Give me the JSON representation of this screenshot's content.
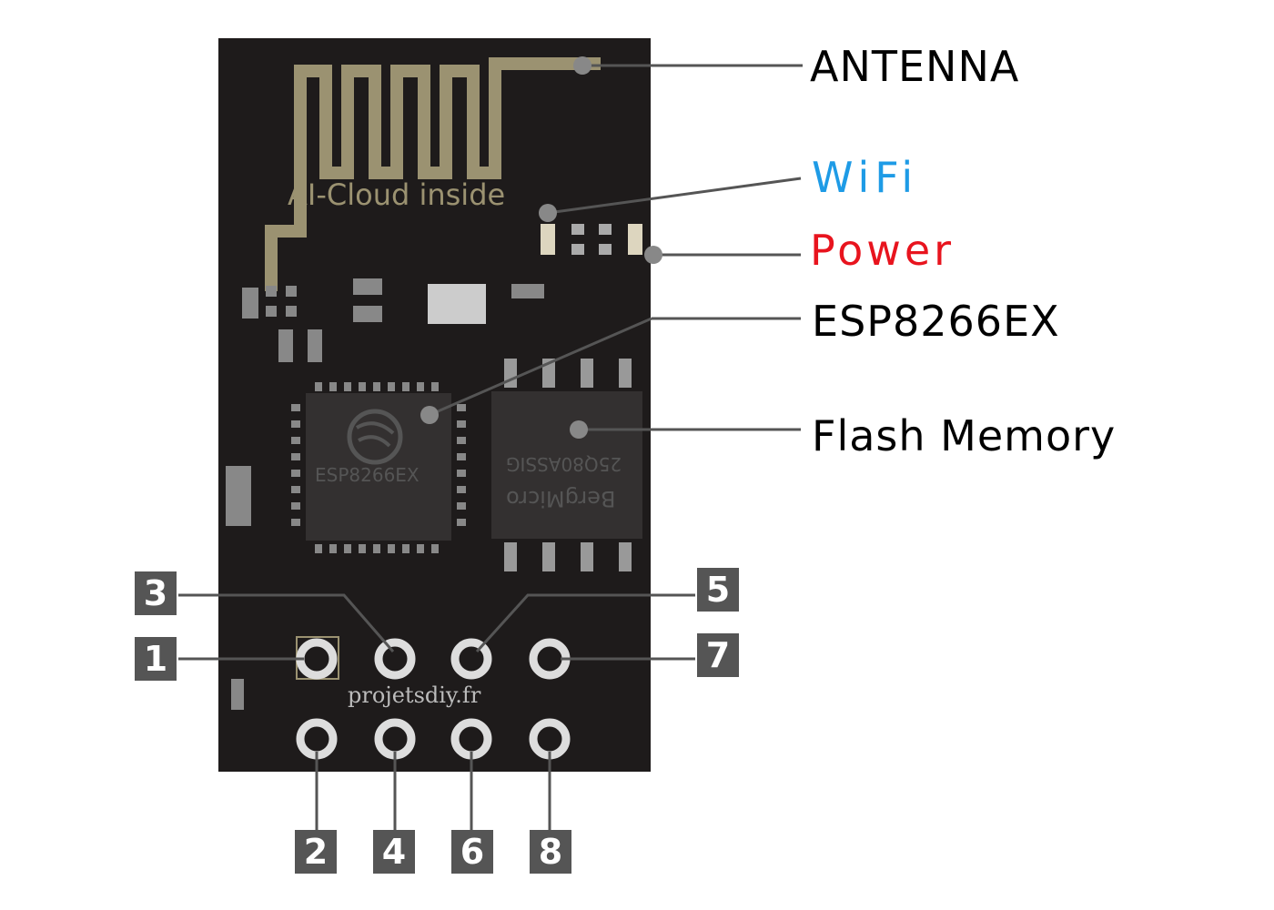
{
  "callouts": {
    "antenna": "ANTENNA",
    "wifi": "WiFi",
    "power": "Power",
    "chip": "ESP8266EX",
    "flash": "Flash Memory"
  },
  "board": {
    "silkscreen": "AI-Cloud inside",
    "site": "projetsdiy.fr",
    "chip_marking": "ESP8266EX",
    "flash_marking_1": "BergMicro",
    "flash_marking_2": "25Q80ASSIG"
  },
  "pins": [
    "1",
    "2",
    "3",
    "4",
    "5",
    "6",
    "7",
    "8"
  ],
  "colors": {
    "board": "#1e1b1b",
    "antenna_trace": "#9b9271",
    "leader_line": "#555555",
    "wifi": "#1e9be6",
    "power": "#e8141e",
    "label_text": "#000000",
    "pin_box": "#555555"
  }
}
